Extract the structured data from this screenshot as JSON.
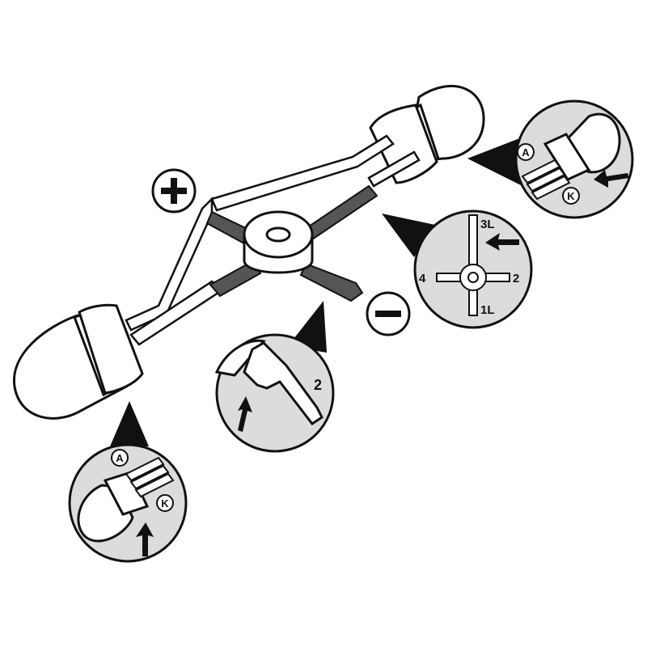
{
  "diagram": {
    "polarity": {
      "plus": "+",
      "minus": "−"
    },
    "callouts": {
      "led_right": {
        "anode": "A",
        "cathode": "K"
      },
      "led_left": {
        "anode": "A",
        "cathode": "K"
      },
      "pin_detail": {
        "pin_number": "2"
      },
      "pinout": {
        "pin_3l": "3L",
        "pin_1l": "1L",
        "pin_4": "4",
        "pin_2": "2"
      }
    },
    "colors": {
      "outline": "#111111",
      "lead_dark": "#555555",
      "led_fill": "#ffffff",
      "circle_fill": "#dcdcdc"
    }
  }
}
